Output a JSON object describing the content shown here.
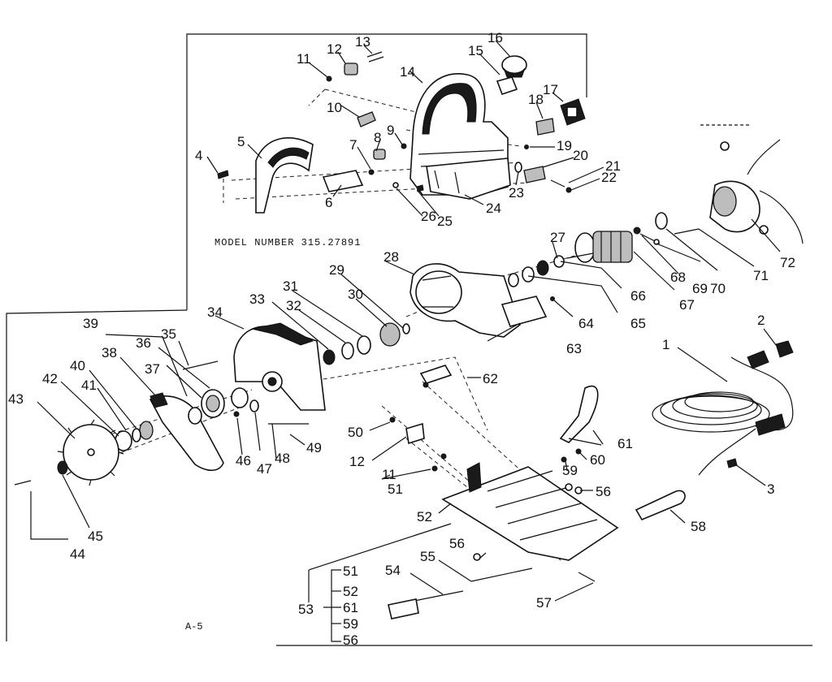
{
  "model_label": "MODEL NUMBER 315.27891",
  "sheet_label": "A-5",
  "callouts": [
    "1",
    "2",
    "3",
    "4",
    "5",
    "6",
    "7",
    "8",
    "9",
    "10",
    "11",
    "12",
    "13",
    "14",
    "15",
    "16",
    "17",
    "18",
    "19",
    "20",
    "21",
    "22",
    "23",
    "24",
    "25",
    "26",
    "27",
    "28",
    "29",
    "30",
    "31",
    "32",
    "33",
    "34",
    "35",
    "36",
    "37",
    "38",
    "39",
    "40",
    "41",
    "42",
    "43",
    "44",
    "45",
    "46",
    "47",
    "48",
    "49",
    "50",
    "12",
    "11",
    "51",
    "52",
    "53",
    "54",
    "55",
    "56",
    "56",
    "57",
    "58",
    "59",
    "60",
    "61",
    "62",
    "63",
    "64",
    "65",
    "66",
    "67",
    "68",
    "69",
    "70",
    "71",
    "72"
  ],
  "group_53": [
    "51",
    "52",
    "61",
    "59",
    "56"
  ]
}
